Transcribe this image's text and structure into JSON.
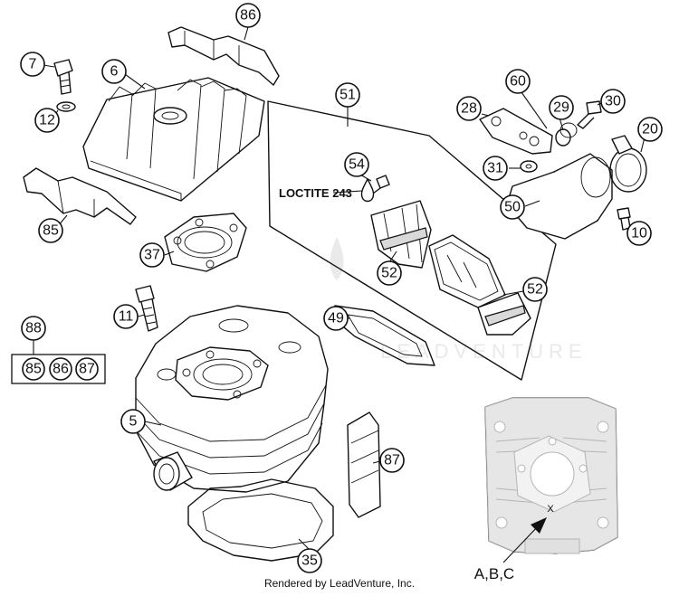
{
  "callouts": {
    "c5": "5",
    "c6": "6",
    "c7": "7",
    "c10": "10",
    "c11": "11",
    "c12": "12",
    "c20": "20",
    "c28": "28",
    "c29": "29",
    "c30": "30",
    "c31": "31",
    "c35": "35",
    "c37": "37",
    "c49": "49",
    "c50": "50",
    "c51": "51",
    "c52a": "52",
    "c52b": "52",
    "c54": "54",
    "c60": "60",
    "c85": "85",
    "c86": "86",
    "c87": "87",
    "c88": "88",
    "kit85": "85",
    "kit86": "86",
    "kit87": "87"
  },
  "labels": {
    "loctite": "LOCTITE 243",
    "inset_arrow": "A,B,C",
    "inset_mark": "X",
    "footer": "Rendered by LeadVenture, Inc."
  }
}
